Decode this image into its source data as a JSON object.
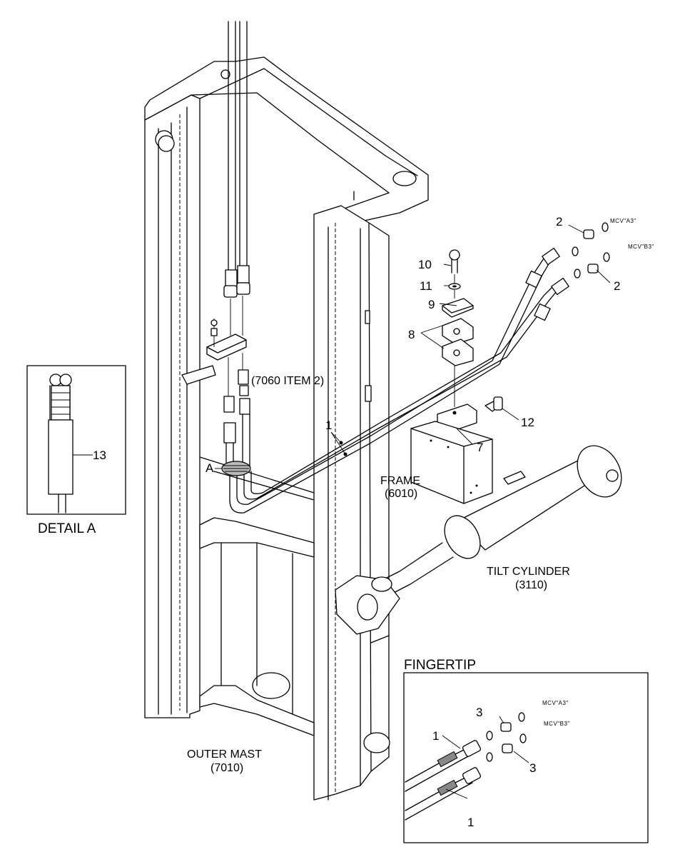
{
  "callouts": {
    "c1a": "1",
    "c1b": "1",
    "c1c": "1",
    "c2a": "2",
    "c2b": "2",
    "c3a": "3",
    "c3b": "3",
    "c7": "7",
    "c8": "8",
    "c9": "9",
    "c10": "10",
    "c11": "11",
    "c12": "12",
    "c13": "13",
    "cA": "A"
  },
  "labels": {
    "ref_item": "(7060 ITEM 2)",
    "frame": "FRAME",
    "frame_num": "(6010)",
    "tilt": "TILT CYLINDER",
    "tilt_num": "(3110)",
    "outer_mast": "OUTER MAST",
    "outer_mast_num": "(7010)",
    "detail_a": "DETAIL A",
    "fingertip": "FINGERTIP"
  },
  "ports": {
    "a3_top": "MCV\"A3\"",
    "b3_top": "MCV\"B3\"",
    "a3_fingertip": "MCV\"A3\"",
    "b3_fingertip": "MCV\"B3\""
  }
}
